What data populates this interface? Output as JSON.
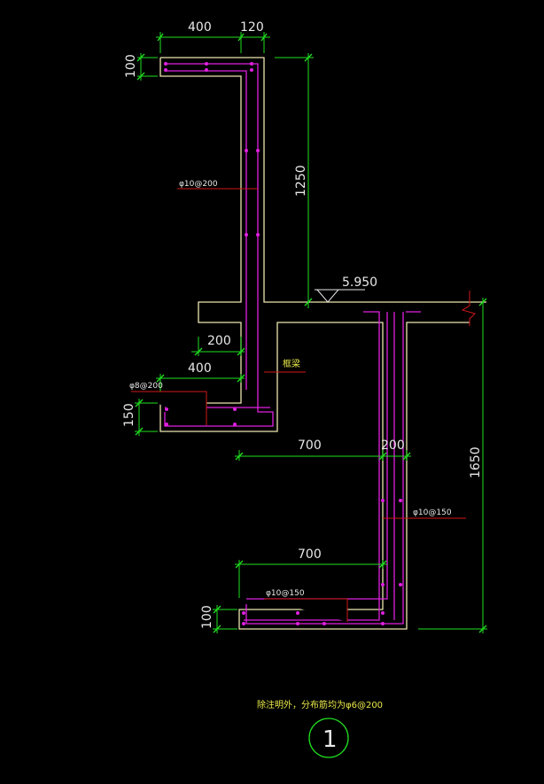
{
  "dimensions": {
    "top_w400": "400",
    "top_w120": "120",
    "top_t100": "100",
    "h1250": "1250",
    "w200": "200",
    "w400": "400",
    "t150": "150",
    "w700_upper": "700",
    "w200_col": "200",
    "h1650": "1650",
    "w700_lower": "700",
    "t100_lower": "100"
  },
  "labels": {
    "rebar_top": "φ10@200",
    "rebar_mid": "φ8@200",
    "rebar_col": "φ10@150",
    "rebar_bottom": "φ10@150",
    "beam": "框梁",
    "elevation": "5.950",
    "note": "除注明外，分布筋均为φ6@200",
    "section_number": "1"
  },
  "colors": {
    "outline": "#ece6b0",
    "rebar": "#e020e0",
    "dimension": "#20e020",
    "leader": "#d01818",
    "text": "#e8e8e8",
    "note": "#e8e84a",
    "background": "#000000"
  }
}
